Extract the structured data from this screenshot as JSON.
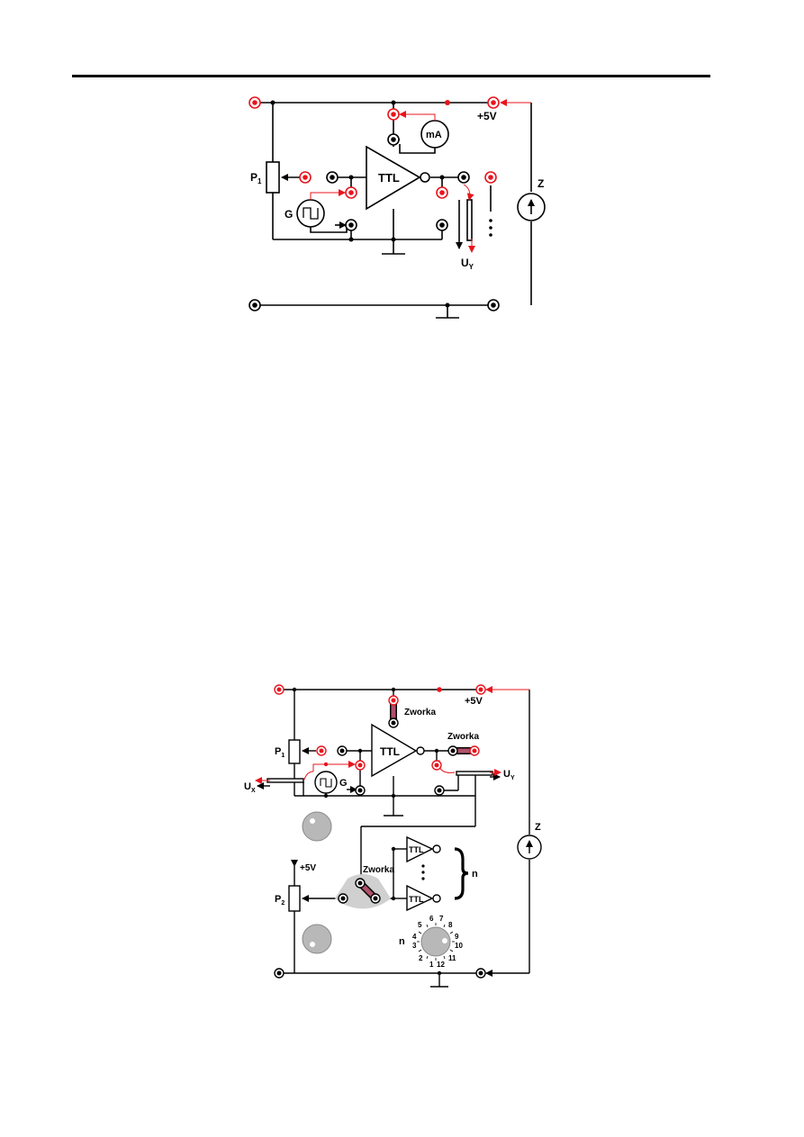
{
  "diagram1": {
    "supply_label": "+5V",
    "gate_label": "TTL",
    "meter_label": "mA",
    "generator_label": "G",
    "pot_label": "P",
    "pot_sub": "1",
    "output_label": "U",
    "output_sub": "Y",
    "source_label": "Z"
  },
  "diagram2": {
    "supply_label": "+5V",
    "jumper_top_label": "Zworka",
    "jumper_right_label": "Zworka",
    "jumper_bottom_label": "Zworka",
    "gate_label": "TTL",
    "load_gate_label_1": "TTL",
    "load_gate_label_2": "TTL",
    "generator_label": "G",
    "pot1_label": "P",
    "pot1_sub": "1",
    "pot2_label": "P",
    "pot2_sub": "2",
    "pot2_supply": "+5V",
    "input_label": "U",
    "input_sub": "X",
    "output_label": "U",
    "output_sub": "Y",
    "source_label": "Z",
    "n_label": "n",
    "selector_label": "n",
    "dial_numbers": [
      "1",
      "2",
      "3",
      "4",
      "5",
      "6",
      "7",
      "8",
      "9",
      "10",
      "11",
      "12"
    ]
  },
  "colors": {
    "red": "#e8141c",
    "jumper": "#b0506a",
    "gray": "#b8b8b8"
  }
}
